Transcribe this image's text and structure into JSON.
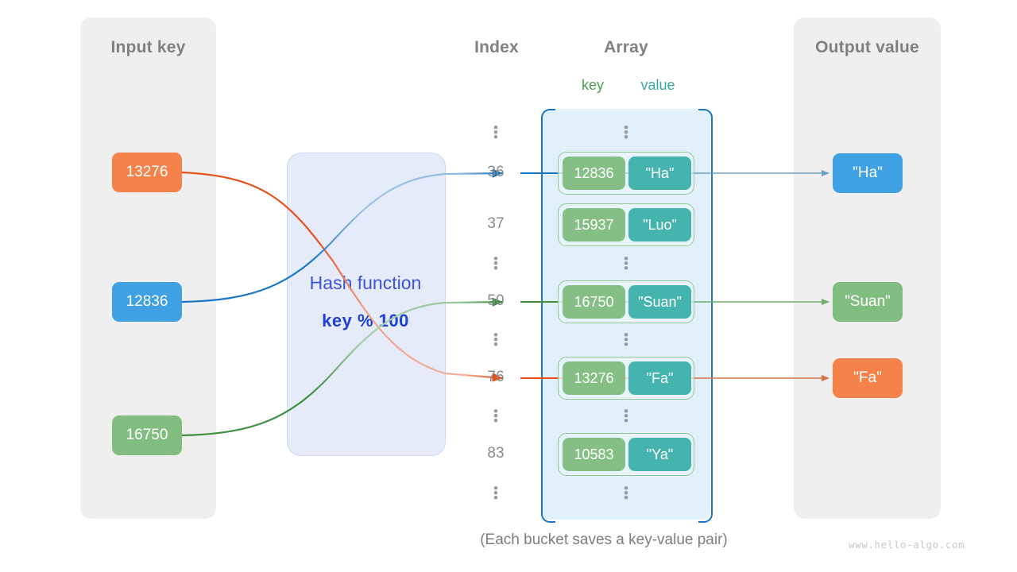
{
  "panels": {
    "input": {
      "title": "Input key"
    },
    "output": {
      "title": "Output value"
    }
  },
  "hash": {
    "label": "Hash function",
    "formula": "key % 100"
  },
  "headers": {
    "index": "Index",
    "array": "Array",
    "key": "key",
    "value": "value"
  },
  "input_keys": [
    {
      "text": "13276",
      "color": "#f5824b"
    },
    {
      "text": "12836",
      "color": "#3fa0e3"
    },
    {
      "text": "16750",
      "color": "#81bd81"
    }
  ],
  "output_values": [
    {
      "text": "\"Ha\"",
      "color": "#3fa0e3"
    },
    {
      "text": "\"Suan\"",
      "color": "#81bd81"
    },
    {
      "text": "\"Fa\"",
      "color": "#f5824b"
    }
  ],
  "index_column": [
    "⋮",
    "36",
    "37",
    "⋮",
    "50",
    "⋮",
    "76",
    "⋮",
    "83",
    "⋮"
  ],
  "buckets": [
    {
      "index": "36",
      "key": "12836",
      "value": "\"Ha\""
    },
    {
      "index": "37",
      "key": "15937",
      "value": "\"Luo\""
    },
    {
      "index": "50",
      "key": "16750",
      "value": "\"Suan\""
    },
    {
      "index": "76",
      "key": "13276",
      "value": "\"Fa\""
    },
    {
      "index": "83",
      "key": "10583",
      "value": "\"Ya\""
    }
  ],
  "caption": "(Each bucket saves a key-value pair)",
  "watermark": "www.hello-algo.com",
  "colors": {
    "orange": "#e8501b",
    "blue": "#1976c4",
    "green": "#3f8f3f",
    "key_label": "#4a9e4a",
    "value_label": "#3aa8a2",
    "panel_bg": "#efefef",
    "array_bg": "#e1f0fb",
    "hash_bg": "#e6ebfa",
    "hash_text": "#3b55d9"
  }
}
